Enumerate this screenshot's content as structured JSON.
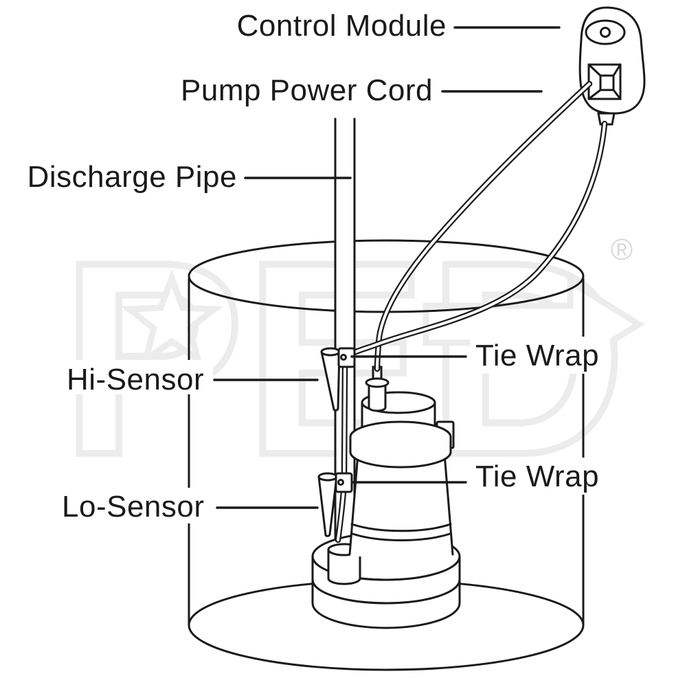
{
  "diagram": {
    "labels": {
      "control_module": "Control Module",
      "pump_power_cord": "Pump Power Cord",
      "discharge_pipe": "Discharge Pipe",
      "hi_sensor": "Hi-Sensor",
      "tie_wrap_upper": "Tie Wrap",
      "tie_wrap_lower": "Tie Wrap",
      "lo_sensor": "Lo-Sensor"
    },
    "watermark": {
      "text": "PED",
      "registered_mark": "®"
    },
    "colors": {
      "line": "#1a1a1a",
      "background": "#ffffff",
      "watermark_outline": "#ececec"
    }
  }
}
